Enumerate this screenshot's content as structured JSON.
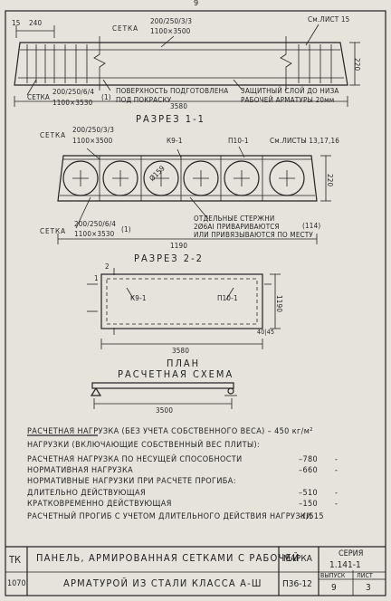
{
  "sheet": {
    "page_no": "9"
  },
  "section11": {
    "top_dims": {
      "d15": "15",
      "d240": "240"
    },
    "mesh_top": {
      "label": "СЕТКА",
      "spec": "200/250/3/3",
      "size": "1100×3500"
    },
    "sheet_ref": "См.ЛИСТ 15",
    "height": "220",
    "mesh_bottom": {
      "label": "СЕТКА",
      "spec": "200/250/6/4",
      "size": "1100×3530",
      "pos": "(1)"
    },
    "surface_note": [
      "ПОВЕРХНОСТЬ ПОДГОТОВЛЕНА",
      "ПОД ПОКРАСКУ"
    ],
    "cover_note": [
      "ЗАЩИТНЫЙ СЛОЙ ДО НИЗА",
      "РАБОЧЕЙ АРМАТУРЫ 20мм"
    ],
    "length": "3580",
    "title": "РАЗРЕЗ 1-1"
  },
  "section22": {
    "mesh_top": {
      "label": "СЕТКА",
      "spec": "200/250/3/3",
      "size": "1100×3500"
    },
    "k9": "К9-1",
    "p10": "П10-1",
    "sheet_refs": "См.ЛИСТЫ 13,17,16",
    "diameter": "Ø159",
    "height": "220",
    "mesh_bottom": {
      "label": "СЕТКА",
      "spec": "200/250/6/4",
      "size": "1100×3530",
      "pos": "(1)"
    },
    "note": [
      "ОТДЕЛЬНЫЕ СТЕРЖНИ",
      "2Ø6АI ПРИВАРИВАЮТСЯ",
      "ИЛИ ПРИВЯЗЫВАЮТСЯ ПО МЕСТУ"
    ],
    "note_ref": "(114)",
    "width": "1190",
    "title": "РАЗРЕЗ 2-2"
  },
  "plan": {
    "cut_labels": {
      "c1": "1",
      "c2": "2"
    },
    "k9": "К9-1",
    "p10": "П10-1",
    "width": "1190",
    "corner": "40|45",
    "length": "3580",
    "title": "ПЛАН"
  },
  "scheme": {
    "title": "РАСЧЕТНАЯ СХЕМА",
    "span": "3500"
  },
  "loads": {
    "header": "РАСЧЕТНАЯ НАГРУЗКА (БЕЗ УЧЕТА СОБСТВЕННОГО ВЕСА) – 450 кг/м²",
    "subheader": "НАГРУЗКИ (ВКЛЮЧАЮЩИЕ СОБСТВЕННЫЙ ВЕС ПЛИТЫ):",
    "rows": [
      {
        "label": "РАСЧЕТНАЯ НАГРУЗКА ПО НЕСУЩЕЙ СПОСОБНОСТИ",
        "value": "–780",
        "unit": "-"
      },
      {
        "label": "НОРМАТИВНАЯ НАГРУЗКА",
        "value": "–660",
        "unit": "-"
      },
      {
        "label": "НОРМАТИВНЫЕ НАГРУЗКИ ПРИ РАСЧЕТЕ ПРОГИБА:",
        "value": "",
        "unit": ""
      },
      {
        "label": "ДЛИТЕЛЬНО ДЕЙСТВУЮЩАЯ",
        "value": "–510",
        "unit": "-"
      },
      {
        "label": "КРАТКОВРЕМЕННО ДЕЙСТВУЮЩАЯ",
        "value": "–150",
        "unit": "-"
      },
      {
        "label": "РАСЧЕТНЫЙ ПРОГИБ С УЧЕТОМ ДЛИТЕЛЬНОГО ДЕЙСТВИЯ НАГРУЗКИ",
        "value": "–ℓ/515",
        "unit": ""
      }
    ]
  },
  "titleblock": {
    "tk": "ТК",
    "code": "1070",
    "title_line1": "ПАНЕЛЬ, АРМИРОВАННАЯ СЕТКАМИ С РАБОЧЕЙ",
    "title_line2": "АРМАТУРОЙ ИЗ СТАЛИ КЛАССА А-Ш",
    "mark_label": "МАРКА",
    "mark_value": "П36-12",
    "series_label": "СЕРИЯ",
    "series_value": "1.141-1",
    "issue_label": "ВЫПУСК",
    "issue_value": "9",
    "sheet_label": "ЛИСТ",
    "sheet_value": "3"
  }
}
